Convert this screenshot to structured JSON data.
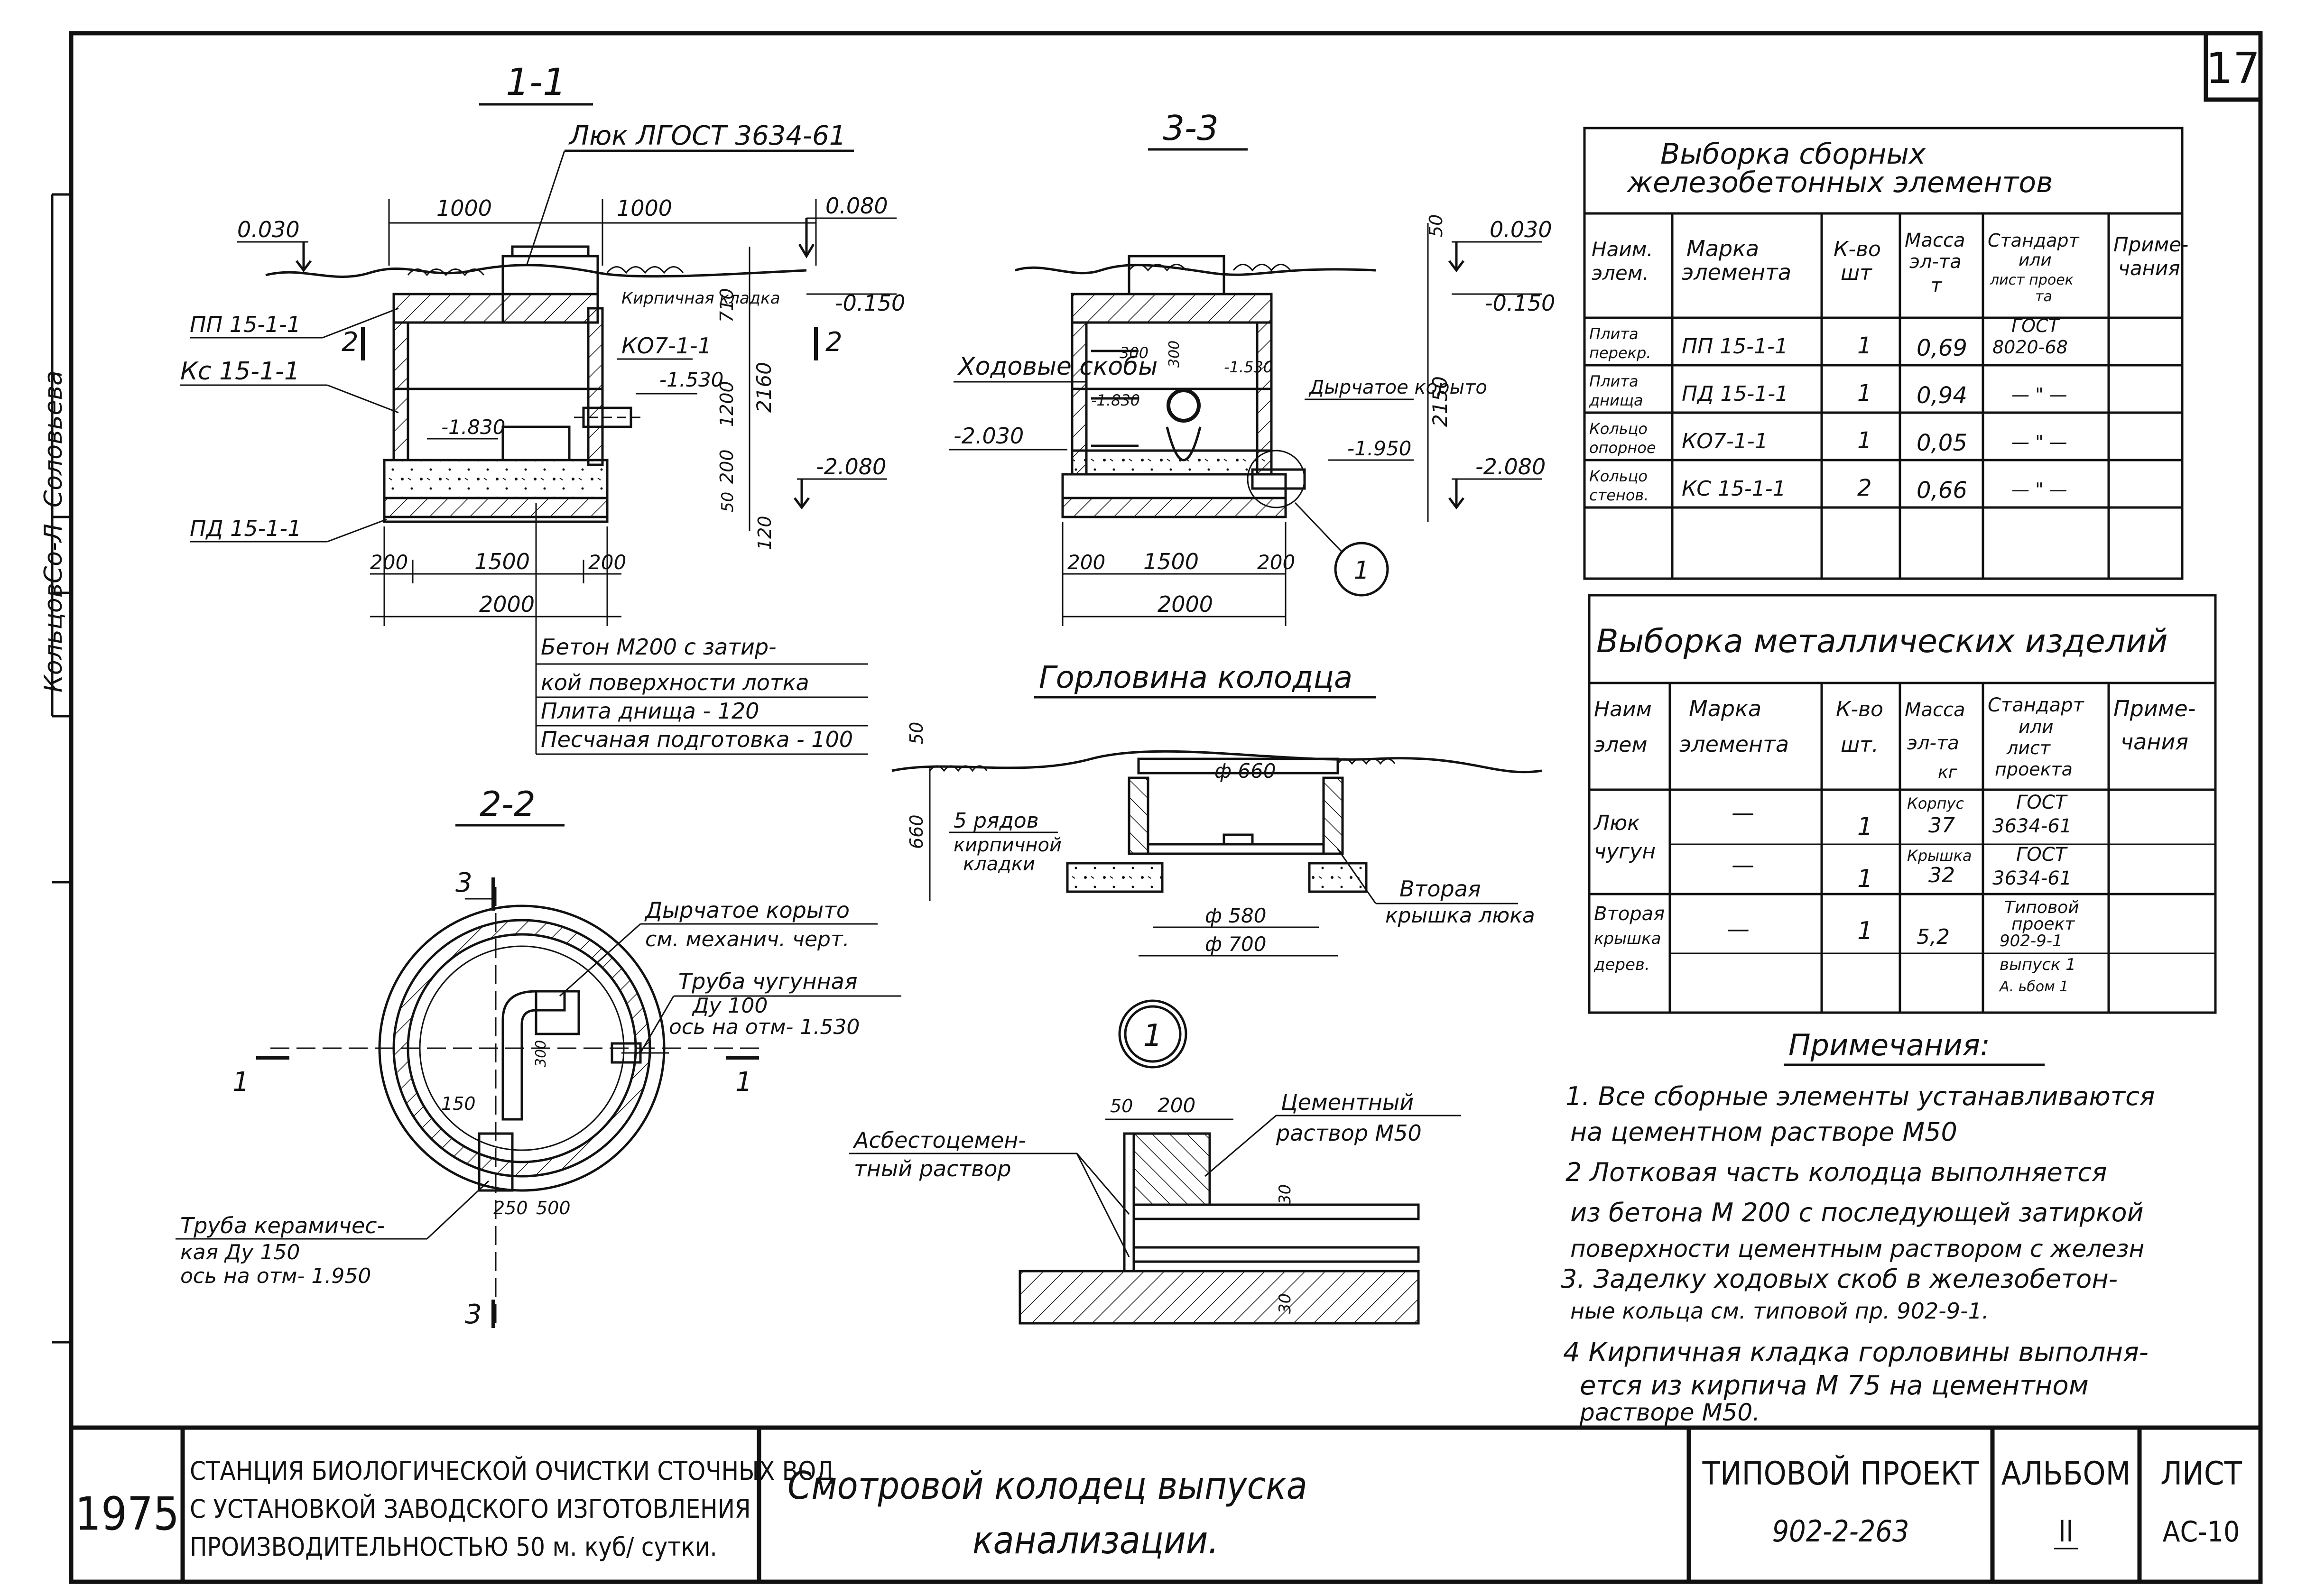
{
  "sheet": {
    "number": "17"
  },
  "side_stamp": [
    "Кольцов",
    "Со-Л",
    "Соловьева"
  ],
  "section_1_1": {
    "title": "1-1",
    "hatch_label": "Люк ЛГОСТ 3634-61",
    "dims": [
      "1000",
      "1000",
      "200",
      "1500",
      "200",
      "2000",
      "710",
      "2160",
      "1200",
      "200",
      "50",
      "120"
    ],
    "levels": [
      "0.030",
      "0.080",
      "-0.150",
      "-1.530",
      "-1.830",
      "-2.080"
    ],
    "labels": [
      "ПП 15-1-1",
      "Кс 15-1-1",
      "ПД 15-1-1",
      "Кирпичная кладка",
      "КО7-1-1"
    ],
    "cut_marks": [
      "2",
      "2"
    ]
  },
  "section_3_3": {
    "title": "3-3",
    "dims": [
      "50",
      "2150",
      "300",
      "300",
      "200",
      "1500",
      "200",
      "2000"
    ],
    "levels": [
      "0.030",
      "-0.150",
      "-1.530",
      "-1.830",
      "-1.950",
      "-2.030",
      "-2.080"
    ],
    "labels": [
      "Ходовые скобы",
      "Дырчатое корыто"
    ],
    "callout": "1"
  },
  "notes_1_1": [
    "Бетон М200 с затир-",
    "кой поверхности лотка",
    "Плита днища - 120",
    "Песчаная подготовка - 100"
  ],
  "section_2_2": {
    "title": "2-2",
    "cut_marks": [
      "3",
      "3",
      "1",
      "1"
    ],
    "labels": [
      "Дырчатое корыто",
      "см. механич. черт.",
      "Труба чугунная",
      "Ду 100",
      "ось на отм- 1.530",
      "Труба керамичес-",
      "кая Ду 150",
      "ось на отм- 1.950"
    ],
    "dims": [
      "150",
      "250",
      "500",
      "300"
    ]
  },
  "gorlovina": {
    "title": "Горловина колодца",
    "dims": [
      "50",
      "660",
      "ф 660",
      "ф 580",
      "ф 700"
    ],
    "labels": [
      "5 рядов",
      "кирпичной",
      "кладки",
      "Вторая",
      "крышка люка"
    ]
  },
  "detail_1": {
    "callout": "1",
    "dims": [
      "50",
      "200",
      "30",
      "30"
    ],
    "labels": [
      "Асбестоцемен-",
      "тный раствор",
      "Цементный",
      "раствор М50"
    ]
  },
  "table_rc": {
    "title_lines": [
      "Выборка сборных",
      "железобетонных элементов"
    ],
    "headers": [
      [
        "Наим.",
        "элем."
      ],
      [
        "Марка",
        "элемента"
      ],
      [
        "К-во",
        "шт"
      ],
      [
        "Масса",
        "эл-та",
        "т"
      ],
      [
        "Стандарт",
        "или",
        "лист проек",
        "та"
      ],
      [
        "Приме-",
        "чания"
      ]
    ],
    "rows": [
      {
        "name": [
          "Плита",
          "перекр."
        ],
        "mark": "ПП 15-1-1",
        "qty": "1",
        "mass": "0,69",
        "std": [
          "ГОСТ",
          "8020-68"
        ],
        "note": ""
      },
      {
        "name": [
          "Плита",
          "днища"
        ],
        "mark": "ПД 15-1-1",
        "qty": "1",
        "mass": "0,94",
        "std": [
          "— \" —"
        ],
        "note": ""
      },
      {
        "name": [
          "Кольцо",
          "опорное"
        ],
        "mark": "КО7-1-1",
        "qty": "1",
        "mass": "0,05",
        "std": [
          "— \" —"
        ],
        "note": ""
      },
      {
        "name": [
          "Кольцо",
          "стенов."
        ],
        "mark": "КС 15-1-1",
        "qty": "2",
        "mass": "0,66",
        "std": [
          "— \" —"
        ],
        "note": ""
      }
    ]
  },
  "table_metal": {
    "title": "Выборка металлических изделий",
    "headers": [
      [
        "Наим",
        "элем"
      ],
      [
        "Марка",
        "элемента"
      ],
      [
        "К-во",
        "шт."
      ],
      [
        "Масса",
        "эл-та",
        "кг"
      ],
      [
        "Стандарт",
        "или",
        "лист",
        "проекта"
      ],
      [
        "Приме-",
        "чания"
      ]
    ],
    "rows": [
      {
        "name": [
          "Люк",
          "чугун"
        ],
        "mark": "—",
        "qty": "1",
        "mass": [
          "Корпус",
          "37"
        ],
        "std": [
          "ГОСТ",
          "3634-61"
        ],
        "note": ""
      },
      {
        "name": [],
        "mark": "—",
        "qty": "1",
        "mass": [
          "Крышка",
          "32"
        ],
        "std": [
          "ГОСТ",
          "3634-61"
        ],
        "note": ""
      },
      {
        "name": [
          "Вторая",
          "крышка",
          "дерев."
        ],
        "mark": "—",
        "qty": "1",
        "mass": [
          "5,2"
        ],
        "std": [
          "Типовой",
          "проект",
          "902-9-1",
          "выпуск 1",
          "А. ьбом 1"
        ],
        "note": ""
      }
    ]
  },
  "notes": {
    "title": "Примечания:",
    "items": [
      "1. Все сборные элементы устанавливаются",
      "на цементном растворе М50",
      "2 Лотковая часть колодца выполняется",
      "из бетона М 200 с последующей затиркой",
      "поверхности цементным раствором с железн",
      "3. Заделку ходовых скоб в железобетон-",
      "ные кольца см. типовой пр. 902-9-1.",
      "4 Кирпичная кладка горловины выполня-",
      "ется из кирпича М 75 на цементном",
      "растворе М50."
    ]
  },
  "title_block": {
    "year": "1975",
    "org_lines": [
      "СТАНЦИЯ БИОЛОГИЧЕСКОЙ ОЧИСТКИ СТОЧНЫХ ВОД",
      "С УСТАНОВКОЙ ЗАВОДСКОГО ИЗГОТОВЛЕНИЯ",
      "ПРОИЗВОДИТЕЛЬНОСТЬЮ 50 м. куб/ сутки."
    ],
    "drawing_title": [
      "Смотровой колодец выпуска",
      "канализации."
    ],
    "project_label": "ТИПОВОЙ ПРОЕКТ",
    "project_no": "902-2-263",
    "album_label": "АЛЬБОМ",
    "album_no": "II",
    "sheet_label": "ЛИСТ",
    "sheet_no": "АС-10"
  }
}
